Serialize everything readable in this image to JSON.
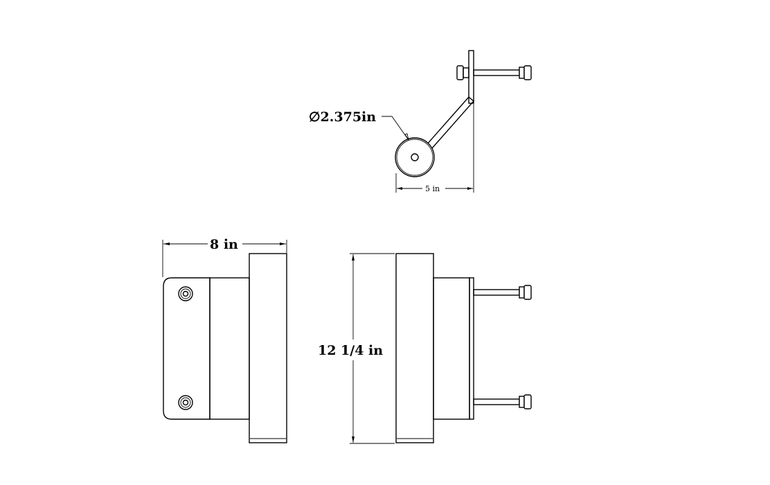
{
  "dimensions": {
    "diameter_label": "∅2.375in",
    "top_width_label": "5 in",
    "front_width_label": "8 in",
    "height_label": "12 1/4 in"
  },
  "views": [
    "top-view",
    "front-view",
    "side-view"
  ]
}
